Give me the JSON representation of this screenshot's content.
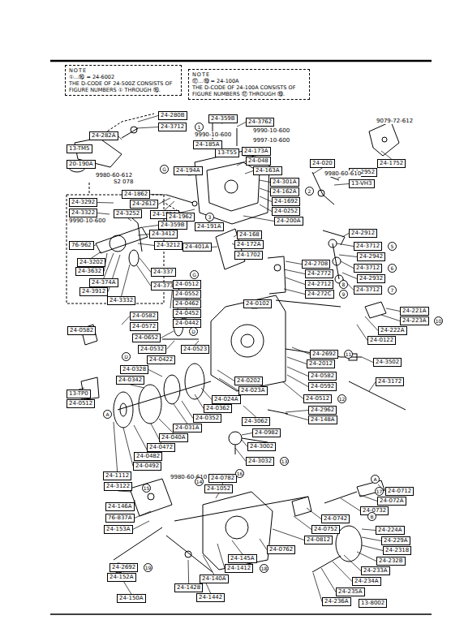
{
  "diagram": {
    "nodes": [
      {
        "text": [
          "NOTE",
          "①…⑯ = 24-6002",
          "THE D-CODE OF 24-500Z CONSISTS OF FIGURE NUMBERS ① THROUGH ⑯."
        ]
      },
      {
        "text": [
          "NOTE",
          "⑰…⑲ = 24-100A",
          "THE D-CODE OF 24-100A CONSISTS OF FIGURE NUMBERS ⑰ THROUGH ⑲."
        ]
      },
      {
        "text": [
          "24-282A"
        ]
      },
      {
        "text": [
          "24-280B"
        ]
      },
      {
        "text": [
          "24-3712"
        ]
      },
      {
        "text": [
          "13-TM5"
        ]
      },
      {
        "text": [
          "20-190A"
        ]
      },
      {
        "text": [
          "24-359B"
        ]
      },
      {
        "text": [
          "24-3762"
        ]
      },
      {
        "text": [
          "24-185A"
        ]
      },
      {
        "text": [
          "13-T55"
        ]
      },
      {
        "text": [
          "24-173A"
        ]
      },
      {
        "text": [
          "24-048"
        ]
      },
      {
        "text": [
          "24-163A"
        ]
      },
      {
        "text": [
          "24-020"
        ]
      },
      {
        "text": [
          "24-1752"
        ]
      },
      {
        "text": [
          "24-194A"
        ]
      },
      {
        "text": [
          "24-1862"
        ]
      },
      {
        "text": [
          "24-2612"
        ]
      },
      {
        "text": [
          "24-195A"
        ]
      },
      {
        "text": [
          "24-301A"
        ]
      },
      {
        "text": [
          "24-162A"
        ]
      },
      {
        "text": [
          "24-1692"
        ]
      },
      {
        "text": [
          "24-0252"
        ]
      },
      {
        "text": [
          "24-200A"
        ]
      },
      {
        "text": [
          "24-2952"
        ]
      },
      {
        "text": [
          "13-VH3"
        ]
      },
      {
        "text": [
          "24-1962"
        ]
      },
      {
        "text": [
          "24-191A"
        ]
      },
      {
        "text": [
          "24-401A"
        ]
      },
      {
        "text": [
          "24-168"
        ]
      },
      {
        "text": [
          "24-172A"
        ]
      },
      {
        "text": [
          "24-1702"
        ]
      },
      {
        "text": [
          "24-2912"
        ]
      },
      {
        "text": [
          "24-3712"
        ]
      },
      {
        "text": [
          "24-2942"
        ]
      },
      {
        "text": [
          "24-3712"
        ]
      },
      {
        "text": [
          "24-2932"
        ]
      },
      {
        "text": [
          "24-3712"
        ]
      },
      {
        "text": [
          "24-2708"
        ]
      },
      {
        "text": [
          "24-2772"
        ]
      },
      {
        "text": [
          "24-2712"
        ]
      },
      {
        "text": [
          "24-272C"
        ]
      },
      {
        "text": [
          "24-3292"
        ]
      },
      {
        "text": [
          "24-3322"
        ]
      },
      {
        "text": [
          "24-3252"
        ]
      },
      {
        "text": [
          "24-359B"
        ]
      },
      {
        "text": [
          "24-3412"
        ]
      },
      {
        "text": [
          "76-962"
        ]
      },
      {
        "text": [
          "24-3212"
        ]
      },
      {
        "text": [
          "24-3202"
        ]
      },
      {
        "text": [
          "24-3632"
        ]
      },
      {
        "text": [
          "24-374A"
        ]
      },
      {
        "text": [
          "24-3912"
        ]
      },
      {
        "text": [
          "24-3332"
        ]
      },
      {
        "text": [
          "24-337"
        ]
      },
      {
        "text": [
          "24-3732"
        ]
      },
      {
        "text": [
          "24-0512"
        ]
      },
      {
        "text": [
          "24-0552"
        ]
      },
      {
        "text": [
          "24-0462"
        ]
      },
      {
        "text": [
          "24-0452"
        ]
      },
      {
        "text": [
          "24-0442"
        ]
      },
      {
        "text": [
          "24-0102"
        ]
      },
      {
        "text": [
          "24-0582"
        ]
      },
      {
        "text": [
          "24-0572"
        ]
      },
      {
        "text": [
          "24-0652"
        ]
      },
      {
        "text": [
          "24-0532"
        ]
      },
      {
        "text": [
          "24-0523"
        ]
      },
      {
        "text": [
          "24-221A"
        ]
      },
      {
        "text": [
          "24-223A"
        ]
      },
      {
        "text": [
          "24-222A"
        ]
      },
      {
        "text": [
          "24-0122"
        ]
      },
      {
        "text": [
          "24-0582"
        ]
      },
      {
        "text": [
          "24-0422"
        ]
      },
      {
        "text": [
          "24-0328"
        ]
      },
      {
        "text": [
          "24-0342"
        ]
      },
      {
        "text": [
          "24-2692"
        ]
      },
      {
        "text": [
          "24-2012"
        ]
      },
      {
        "text": [
          "24-3502"
        ]
      },
      {
        "text": [
          "24-0582"
        ]
      },
      {
        "text": [
          "24-0592"
        ]
      },
      {
        "text": [
          "24-0512"
        ]
      },
      {
        "text": [
          "24-3172"
        ]
      },
      {
        "text": [
          "24-0202"
        ]
      },
      {
        "text": [
          "24-023A"
        ]
      },
      {
        "text": [
          "13-TP0"
        ]
      },
      {
        "text": [
          "24-0512"
        ]
      },
      {
        "text": [
          "24-024A"
        ]
      },
      {
        "text": [
          "24-0362"
        ]
      },
      {
        "text": [
          "24-2962"
        ]
      },
      {
        "text": [
          "24-0352"
        ]
      },
      {
        "text": [
          "24-148A"
        ]
      },
      {
        "text": [
          "24-3062"
        ]
      },
      {
        "text": [
          "24-031A"
        ]
      },
      {
        "text": [
          "24-0982"
        ]
      },
      {
        "text": [
          "24-040A"
        ]
      },
      {
        "text": [
          "24-3002"
        ]
      },
      {
        "text": [
          "24-0472"
        ]
      },
      {
        "text": [
          "24-3032"
        ]
      },
      {
        "text": [
          "24-0482"
        ]
      },
      {
        "text": [
          "24-0492"
        ]
      },
      {
        "text": [
          "24-1112"
        ]
      },
      {
        "text": [
          "24-0782"
        ]
      },
      {
        "text": [
          "24-1052"
        ]
      },
      {
        "text": [
          "24-3122"
        ]
      },
      {
        "text": [
          "24-0712"
        ]
      },
      {
        "text": [
          "24-072A"
        ]
      },
      {
        "text": [
          "24-0732"
        ]
      },
      {
        "text": [
          "24-0742"
        ]
      },
      {
        "text": [
          "24-0752"
        ]
      },
      {
        "text": [
          "24-0812"
        ]
      },
      {
        "text": [
          "24-0762"
        ]
      },
      {
        "text": [
          "24-146A"
        ]
      },
      {
        "text": [
          "76-837A"
        ]
      },
      {
        "text": [
          "24-153A"
        ]
      },
      {
        "text": [
          "24-145A"
        ]
      },
      {
        "text": [
          "24-1412"
        ]
      },
      {
        "text": [
          "24-140A"
        ]
      },
      {
        "text": [
          "24-1428"
        ]
      },
      {
        "text": [
          "24-1442"
        ]
      },
      {
        "text": [
          "24-2692"
        ]
      },
      {
        "text": [
          "24-152A"
        ]
      },
      {
        "text": [
          "24-150A"
        ]
      },
      {
        "text": [
          "24-224A"
        ]
      },
      {
        "text": [
          "24-229A"
        ]
      },
      {
        "text": [
          "24-2318"
        ]
      },
      {
        "text": [
          "24-232B"
        ]
      },
      {
        "text": [
          "24-233A"
        ]
      },
      {
        "text": [
          "24-234A"
        ]
      },
      {
        "text": [
          "24-235A"
        ]
      },
      {
        "text": [
          "24-236A"
        ]
      },
      {
        "text": [
          "13-8002"
        ]
      }
    ],
    "labels": [
      "9990-10-600",
      "9990-10-600",
      "9997-10-600",
      "9980-60-612",
      "S2 078",
      "9980-60-610",
      "9079-72-612",
      "9990-10-600",
      "9980-60-610",
      "1",
      "2",
      "3",
      "5",
      "6",
      "7",
      "8",
      "9",
      "10",
      "11",
      "12",
      "13",
      "14",
      "15",
      "16",
      "17",
      "18",
      "19",
      "A",
      "B",
      "A",
      "D",
      "D",
      "G",
      "G"
    ]
  }
}
